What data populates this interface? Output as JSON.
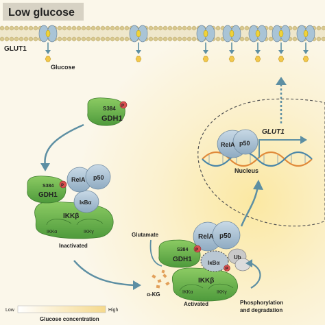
{
  "title": "Low glucose",
  "membrane": {
    "transporter_label": "GLUT1",
    "glucose_label": "Glucose"
  },
  "top_gdh1": {
    "site": "S384",
    "phospho": "P",
    "name": "GDH1"
  },
  "inactive_complex": {
    "gdh1_site": "S384",
    "gdh1_phospho": "P",
    "gdh1_name": "GDH1",
    "rela": "RelA",
    "p50": "p50",
    "ikba": "IκBα",
    "ikkb": "IKKβ",
    "ikka": "IKKα",
    "ikky": "IKKγ",
    "state": "Inactivated"
  },
  "active_complex": {
    "glutamate": "Glutamate",
    "akg": "α-KG",
    "gdh1_site": "S384",
    "gdh1_phospho": "P",
    "gdh1_name": "GDH1",
    "rela": "RelA",
    "p50": "p50",
    "ikba": "IκBα",
    "ub": "Ub",
    "ikba_phospho": "P",
    "ikkb": "IKKβ",
    "ikka": "IKKα",
    "ikky": "IKKγ",
    "state": "Activated",
    "degradation": [
      "Phosphorylation",
      "and degradation"
    ]
  },
  "nucleus": {
    "rela": "RelA",
    "p50": "p50",
    "gene": "GLUT1",
    "label": "Nucleus"
  },
  "legend": {
    "low": "Low",
    "high": "High",
    "caption": "Glucose concentration"
  },
  "colors": {
    "green": "#6cb24a",
    "blue": "#a7bfd3",
    "membrane": "#d9c98f",
    "arrow": "#5d8fa3",
    "highlight": "#fbeaa6"
  }
}
